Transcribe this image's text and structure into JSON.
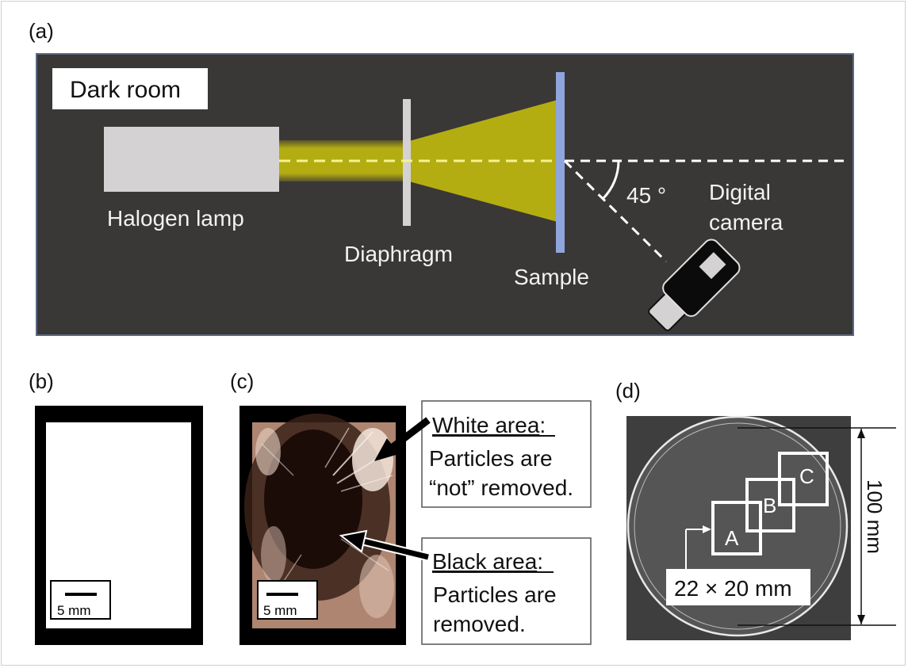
{
  "panels": {
    "a": {
      "label": "(a)",
      "dark_room": "Dark room",
      "halogen_lamp": "Halogen lamp",
      "diaphragm": "Diaphragm",
      "sample": "Sample",
      "angle": "45 °",
      "camera_line1": "Digital",
      "camera_line2": "camera"
    },
    "b": {
      "label": "(b)",
      "scale": "5 mm"
    },
    "c": {
      "label": "(c)",
      "scale": "5 mm",
      "white_title": "White area",
      "white_colon": ":",
      "white_line1": "Particles are",
      "white_line2": "“not” removed.",
      "black_title": "Black area",
      "black_colon": ":",
      "black_line1": "Particles are",
      "black_line2": "removed."
    },
    "d": {
      "label": "(d)",
      "box_a": "A",
      "box_b": "B",
      "box_c": "C",
      "size_label": "22 × 20 mm",
      "diameter_label": "100 mm"
    }
  },
  "colors": {
    "dark_room": "#3a3737",
    "beam": "#b4ad12",
    "sample": "#8ea6dd",
    "lamp": "#d4d2d2"
  }
}
